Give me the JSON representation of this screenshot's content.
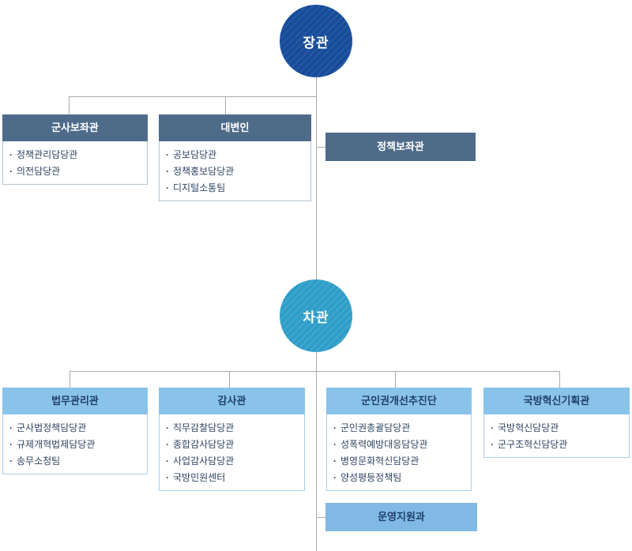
{
  "org": {
    "minister": {
      "label": "장관"
    },
    "vice_minister": {
      "label": "차관"
    },
    "minister_units": [
      {
        "title": "군사보좌관",
        "items": [
          "정책관리담당관",
          "의전담당관"
        ]
      },
      {
        "title": "대변인",
        "items": [
          "공보담당관",
          "정책홍보담당관",
          "디지털소통팀"
        ]
      },
      {
        "title": "정책보좌관",
        "items": []
      }
    ],
    "vice_units": [
      {
        "title": "법무관리관",
        "items": [
          "군사법정책담당관",
          "규제개혁법제담당관",
          "송무소청팀"
        ]
      },
      {
        "title": "감사관",
        "items": [
          "직무감찰담당관",
          "종합감사담당관",
          "사업감사담당관",
          "국방민원센터"
        ]
      },
      {
        "title": "군인권개선추진단",
        "items": [
          "군인권총괄담당관",
          "성폭력예방대응담당관",
          "병영문화혁신담당관",
          "양성평등정책팀"
        ]
      },
      {
        "title": "국방혁신기획관",
        "items": [
          "국방혁신담당관",
          "군구조혁신담당관"
        ]
      },
      {
        "title": "운영지원과",
        "items": []
      }
    ],
    "colors": {
      "minister_circle": "#164C9A",
      "vice_minister_circle": "#2E9DC8",
      "minister_unit_header": "#4E6C8A",
      "vice_unit_header": "#8AC3EA",
      "support_unit_fill": "#80BAE4",
      "connector_line": "#ABABAB",
      "item_text": "#2F4563"
    }
  }
}
